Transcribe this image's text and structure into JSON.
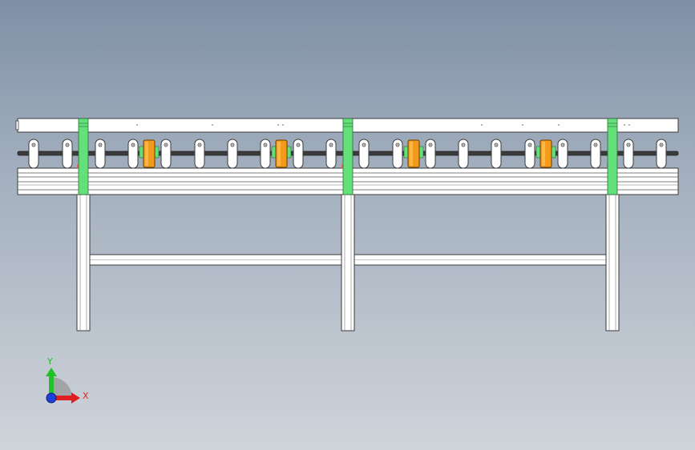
{
  "viewport": {
    "background_top": "#7f90a6",
    "background_bottom": "#cfd4da"
  },
  "model": {
    "name": "roller-conveyor-front-view",
    "roller_count": 20,
    "drive_wheel_count": 4,
    "leg_count": 3,
    "colors": {
      "frame_fill": "#ffffff",
      "frame_stroke": "#3a3a3a",
      "connector": "#63e07a",
      "drive_wheel": "#f39a1a",
      "shaft": "#3c3c3c"
    }
  },
  "triad": {
    "x_label": "X",
    "y_label": "Y",
    "x_color": "#e02020",
    "y_color": "#22c02a",
    "z_color": "#1f3fd8",
    "icons": [
      "x-axis-arrow-icon",
      "y-axis-arrow-icon",
      "z-axis-dot-icon"
    ]
  }
}
